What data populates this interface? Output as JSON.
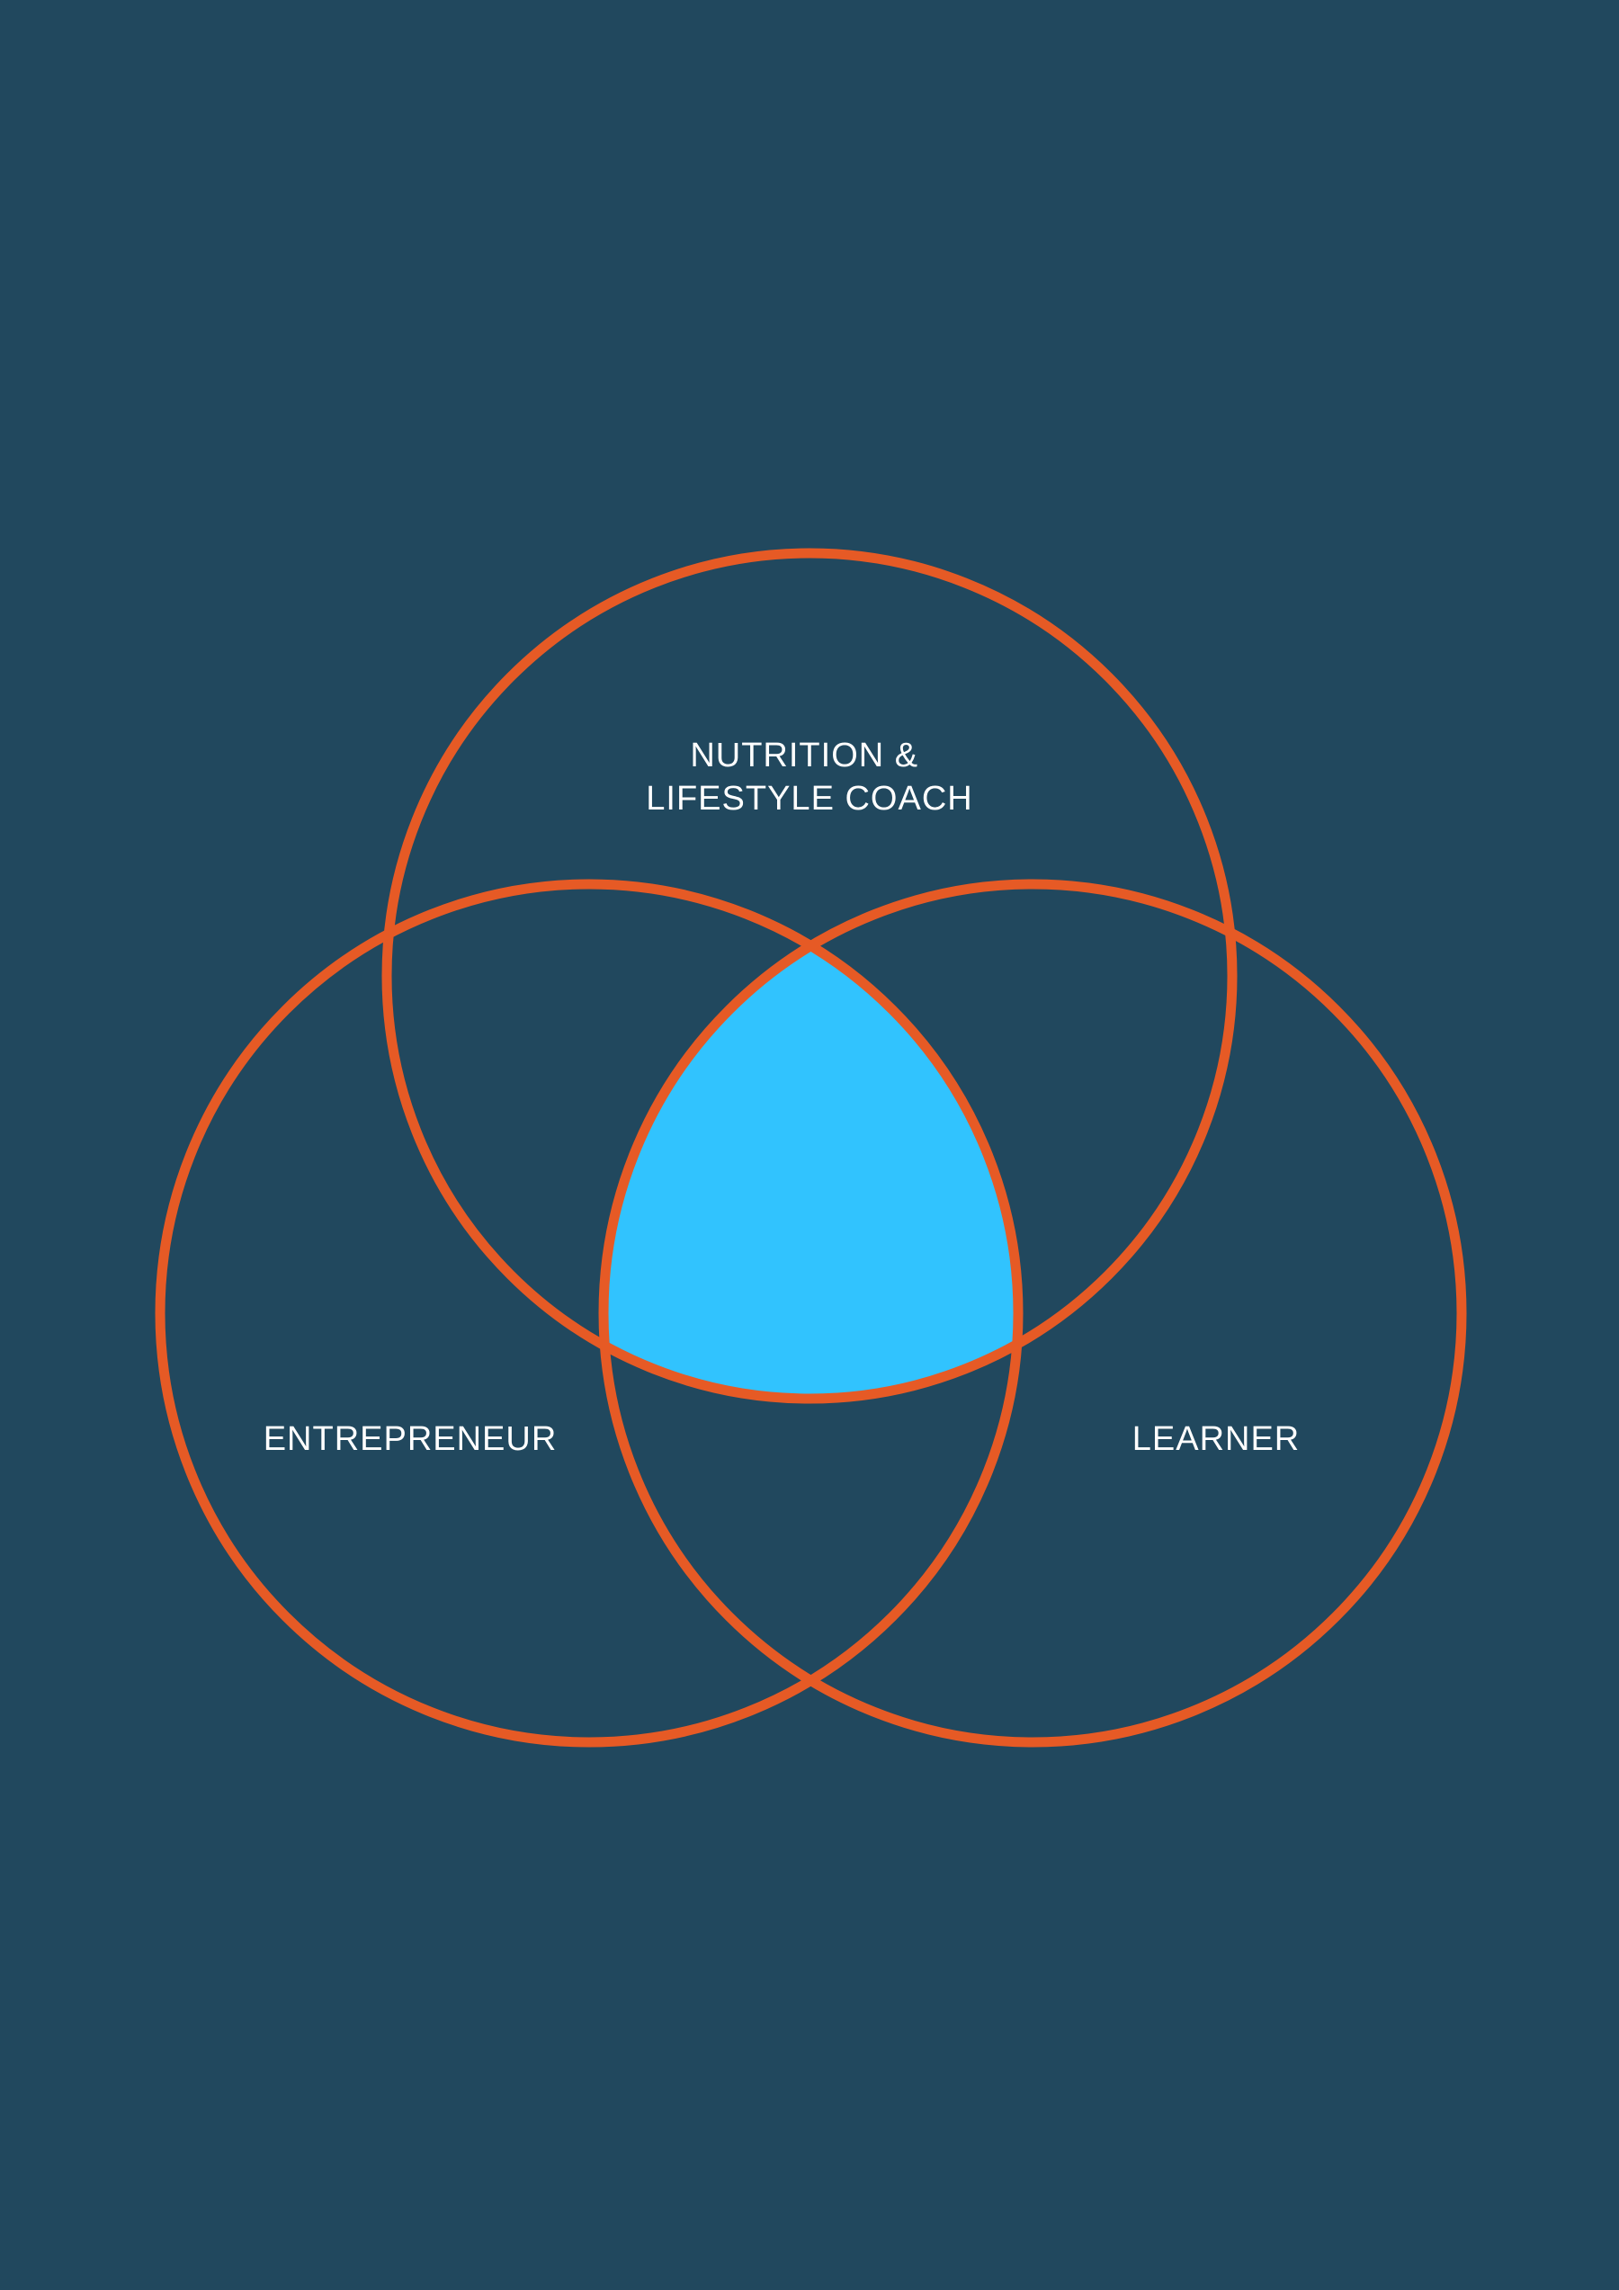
{
  "colors": {
    "background": "#21485E",
    "circle_stroke": "#E65A25",
    "intersection_fill": "#31C3FE",
    "label_text": "#FFFFFF"
  },
  "diagram": {
    "type": "venn",
    "sets": [
      {
        "id": "top",
        "label_lines": [
          "NUTRITION &",
          "LIFESTYLE COACH"
        ]
      },
      {
        "id": "left",
        "label_lines": [
          "ENTREPRENEUR"
        ]
      },
      {
        "id": "right",
        "label_lines": [
          "LEARNER"
        ]
      }
    ],
    "highlighted_region": "all-three-intersection"
  }
}
